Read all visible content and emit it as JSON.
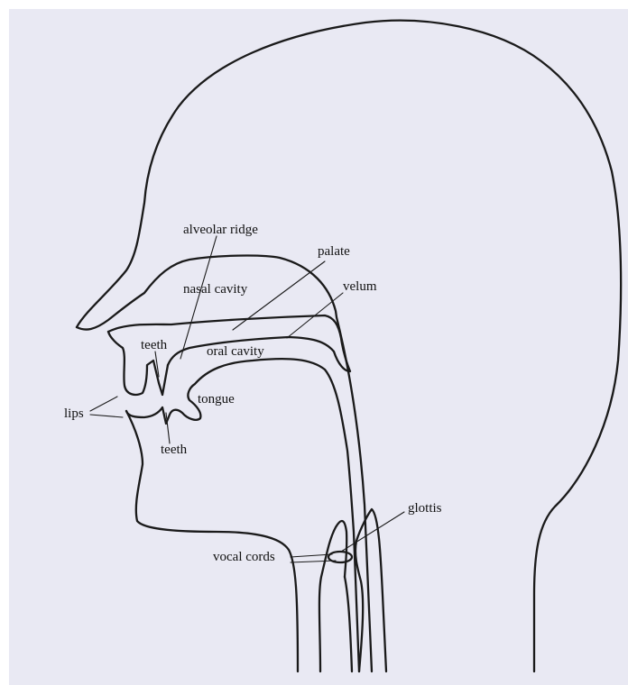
{
  "labels": {
    "alveolar_ridge": "alveolar ridge",
    "palate": "palate",
    "nasal_cavity": "nasal cavity",
    "velum": "velum",
    "teeth_upper": "teeth",
    "oral_cavity": "oral cavity",
    "tongue": "tongue",
    "lips": "lips",
    "teeth_lower": "teeth",
    "glottis": "glottis",
    "vocal_cords": "vocal cords"
  },
  "colors": {
    "paper": "#e9e9f3",
    "ink": "#1a1a1a"
  }
}
